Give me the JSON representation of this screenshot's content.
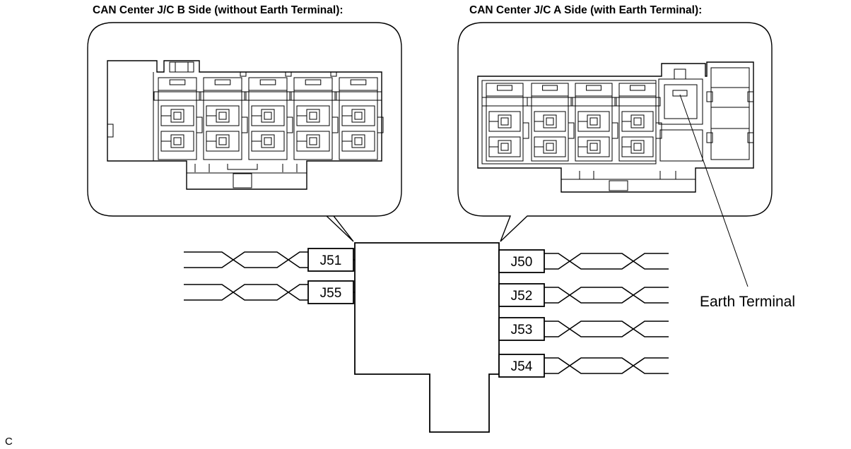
{
  "titles": {
    "b_side": "CAN Center J/C B Side (without Earth Terminal):",
    "a_side": "CAN Center J/C A Side (with Earth Terminal):"
  },
  "callout": {
    "earth_terminal": "Earth Terminal"
  },
  "connectors": {
    "left": [
      "J51",
      "J55"
    ],
    "right": [
      "J50",
      "J52",
      "J53",
      "J54"
    ]
  },
  "corner_code": "C"
}
